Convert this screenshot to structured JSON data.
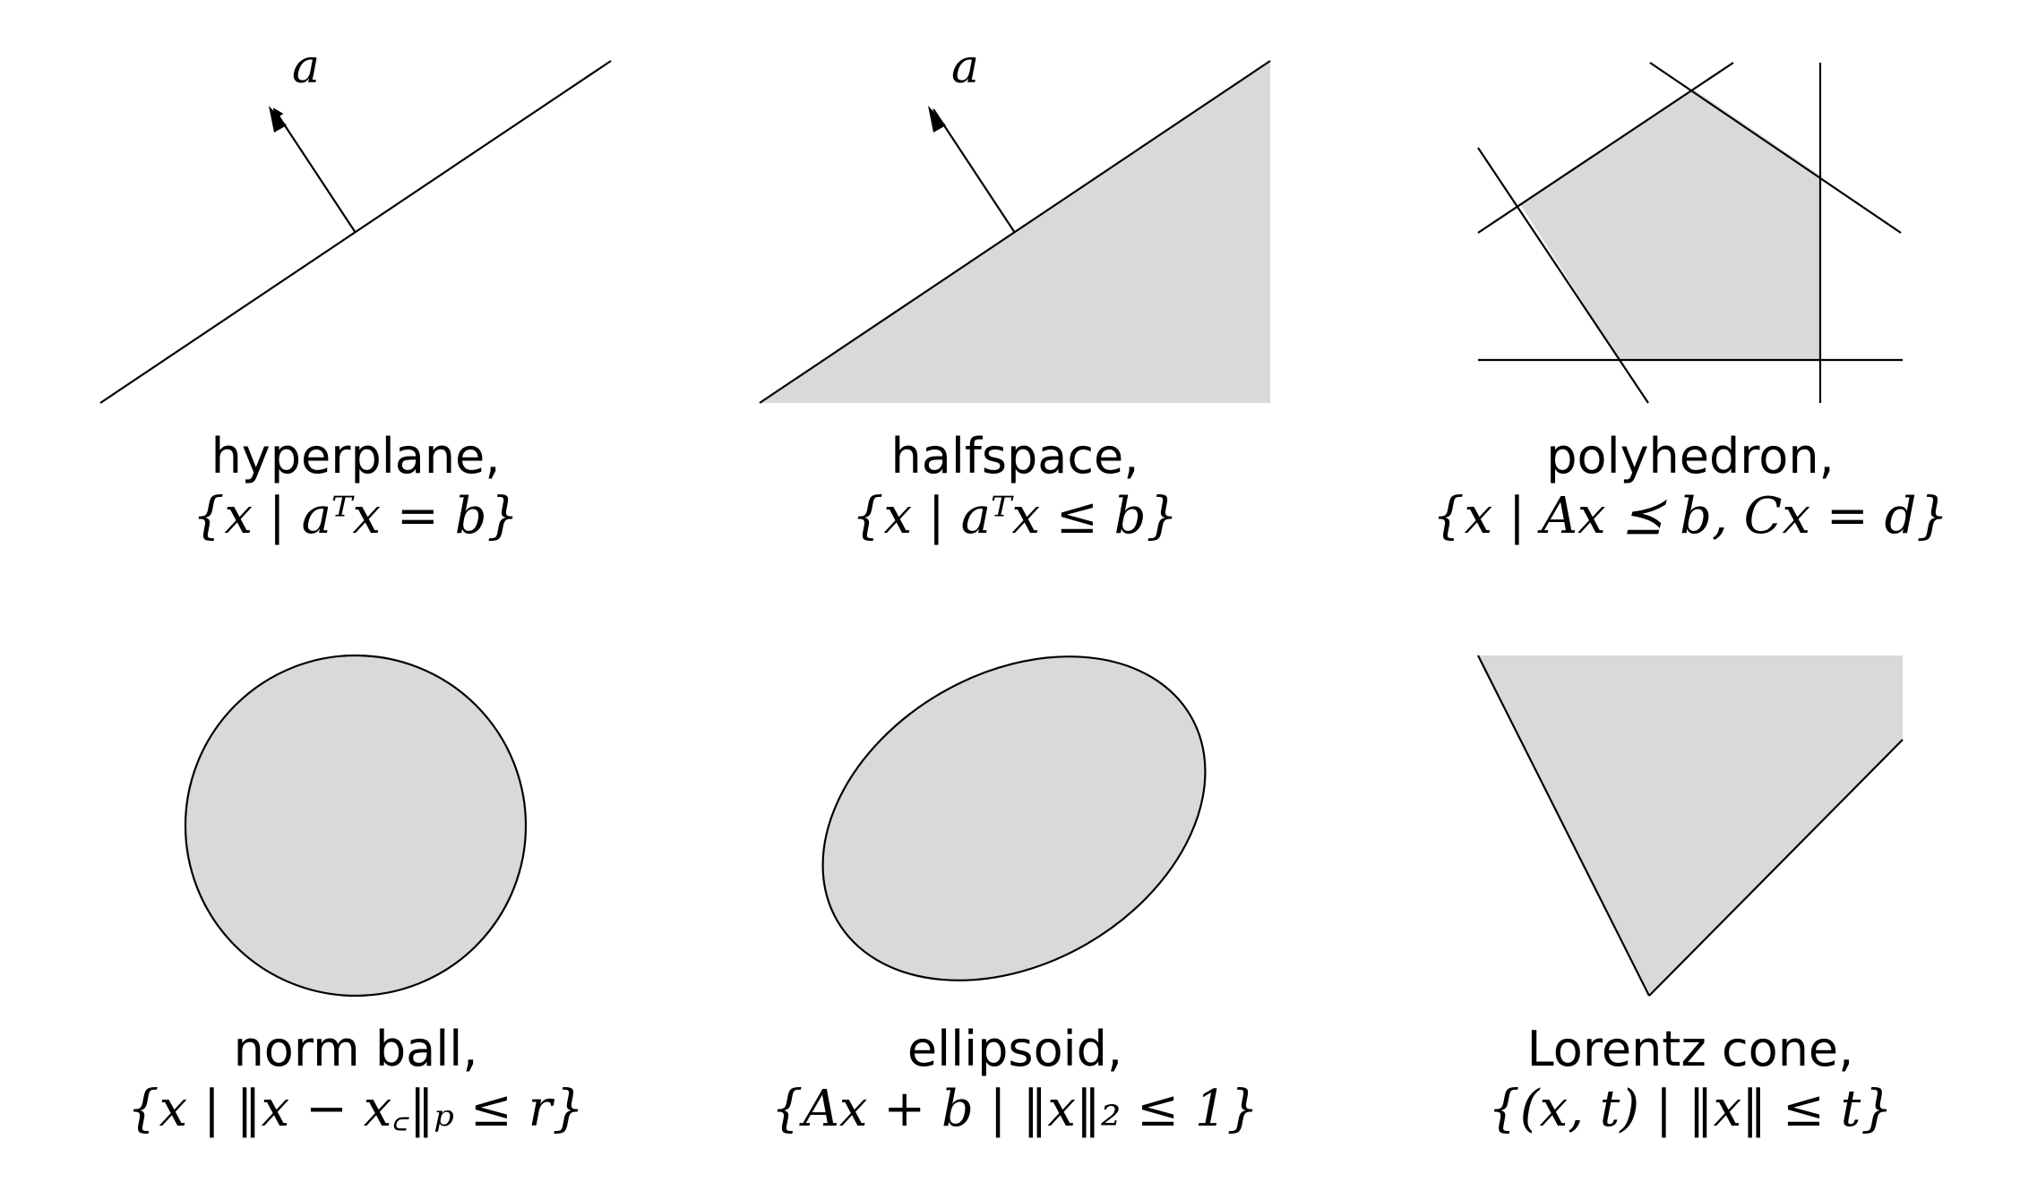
{
  "colors": {
    "fill": "#d9d9d9",
    "stroke": "#000000",
    "background": "#ffffff"
  },
  "panels": [
    {
      "id": "hyperplane",
      "name": "hyperplane,",
      "formula": "{x | aᵀx = b}",
      "vector_label": "a"
    },
    {
      "id": "halfspace",
      "name": "halfspace,",
      "formula": "{x | aᵀx ≤ b}",
      "vector_label": "a"
    },
    {
      "id": "polyhedron",
      "name": "polyhedron,",
      "formula": "{x | Ax ⪯ b, Cx = d}"
    },
    {
      "id": "norm-ball",
      "name": "norm ball,",
      "formula": "{x | ‖x − x꜀‖ₚ ≤ r}"
    },
    {
      "id": "ellipsoid",
      "name": "ellipsoid,",
      "formula": "{Ax + b | ‖x‖₂ ≤ 1}"
    },
    {
      "id": "lorentz-cone",
      "name": "Lorentz cone,",
      "formula": "{(x, t) | ‖x‖ ≤ t}"
    }
  ]
}
